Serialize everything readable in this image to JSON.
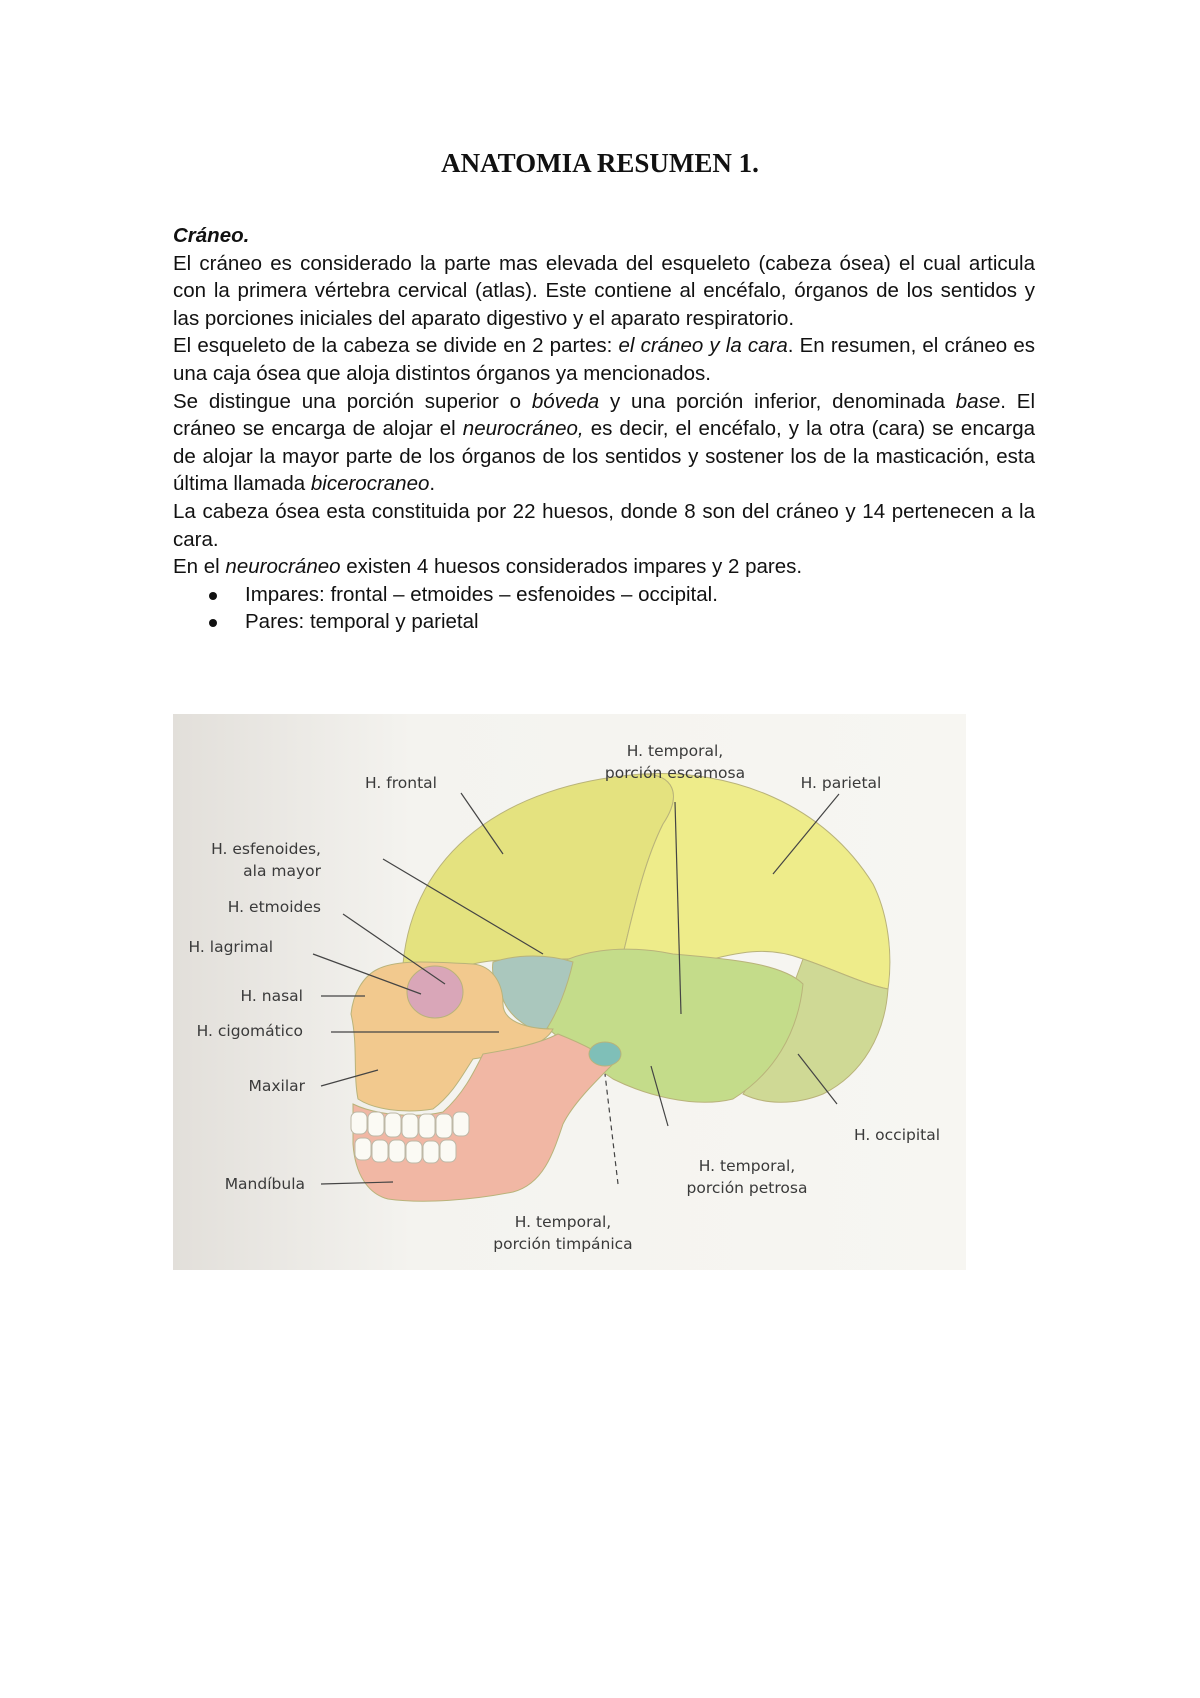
{
  "document": {
    "title": "ANATOMIA RESUMEN 1.",
    "section_heading": "Cráneo.",
    "paragraphs": [
      {
        "runs": [
          {
            "text": "El cráneo es considerado la parte mas elevada del esqueleto (cabeza ósea) el cual articula con la primera vértebra cervical (atlas). Este contiene al encéfalo, órganos de los sentidos y las porciones iniciales del aparato digestivo y el aparato respiratorio.",
            "italic": false
          }
        ]
      },
      {
        "runs": [
          {
            "text": "El esqueleto de la cabeza se divide en 2 partes: ",
            "italic": false
          },
          {
            "text": "el cráneo y la cara",
            "italic": true
          },
          {
            "text": ". En resumen, el cráneo es una caja ósea que aloja distintos órganos ya mencionados.",
            "italic": false
          }
        ]
      },
      {
        "runs": [
          {
            "text": "Se distingue una porción superior o ",
            "italic": false
          },
          {
            "text": "bóveda",
            "italic": true
          },
          {
            "text": " y una porción inferior, denominada ",
            "italic": false
          },
          {
            "text": "base",
            "italic": true
          },
          {
            "text": ". El cráneo se encarga de alojar el ",
            "italic": false
          },
          {
            "text": "neurocráneo,",
            "italic": true
          },
          {
            "text": " es decir, el encéfalo, y la otra (cara) se encarga de alojar la mayor parte de los órganos de los sentidos y sostener los de la masticación, esta última llamada ",
            "italic": false
          },
          {
            "text": "bicerocraneo",
            "italic": true
          },
          {
            "text": ".",
            "italic": false
          }
        ]
      },
      {
        "runs": [
          {
            "text": "La cabeza ósea esta constituida por 22 huesos, donde 8 son del cráneo y 14 pertenecen a la cara.",
            "italic": false
          }
        ]
      },
      {
        "runs": [
          {
            "text": "En el ",
            "italic": false
          },
          {
            "text": "neurocráneo",
            "italic": true
          },
          {
            "text": " existen 4 huesos considerados impares y 2 pares.",
            "italic": false
          }
        ]
      }
    ],
    "bullets": [
      "Impares: frontal – etmoides – esfenoides – occipital.",
      "Pares: temporal y parietal"
    ]
  },
  "figure": {
    "labels": {
      "temporal_escamosa_1": "H. temporal,",
      "temporal_escamosa_2": "porción escamosa",
      "frontal": "H. frontal",
      "parietal": "H. parietal",
      "esfenoides_1": "H. esfenoides,",
      "esfenoides_2": "ala mayor",
      "etmoides": "H. etmoides",
      "lagrimal": "H. lagrimal",
      "nasal": "H. nasal",
      "cigomatico": "H. cigomático",
      "maxilar": "Maxilar",
      "mandibula": "Mandíbula",
      "occipital": "H. occipital",
      "temporal_petrosa_1": "H. temporal,",
      "temporal_petrosa_2": "porción petrosa",
      "temporal_timpanica_1": "H. temporal,",
      "temporal_timpanica_2": "porción timpánica"
    },
    "colors": {
      "frontal": "#e4e27f",
      "parietal": "#eeec8a",
      "temporal": "#c4dc8a",
      "esfenoides": "#aac7bd",
      "occipital": "#cfd995",
      "facial": "#f2c98e",
      "mandibula": "#f1b7a4",
      "petrosa": "#7fbfb8",
      "orbita": "#d9a6b8"
    }
  }
}
